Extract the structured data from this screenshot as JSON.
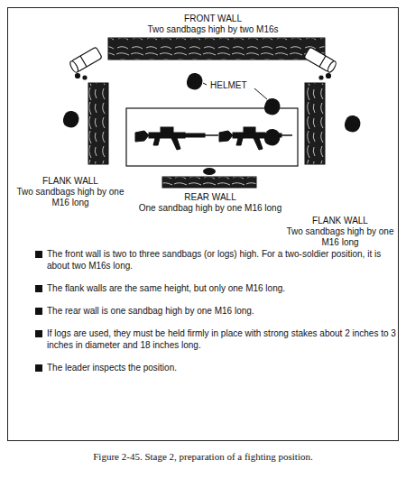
{
  "diagram": {
    "caption": "Figure 2-45. Stage 2, preparation of a fighting position.",
    "nodes": [
      {
        "text": [
          "FRONT WALL",
          "Two sandbags high by two M16s",
          "HELMET",
          "FLANK WALL",
          "Two sandbags high by one M16 long",
          "FLANK WALL",
          "Two sandbags high by one M16 long",
          "REAR WALL",
          "One sandbag high by one M16 long",
          "The front wall is two to three sandbags (or logs) high. For a two-soldier position, it is about two M16s long.",
          "The flank walls are the same height, but only one M16 long.",
          "The rear wall is one sandbag high by one M16 long.",
          "If logs are used, they must be held firmly in place with strong stakes about 2 inches to 3 inches in diameter and 18 inches long.",
          "The leader inspects the position."
        ]
      }
    ]
  }
}
